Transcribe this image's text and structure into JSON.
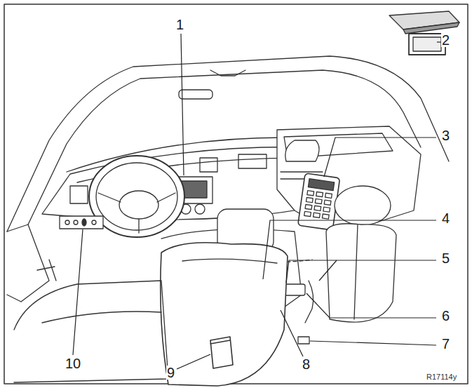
{
  "diagram": {
    "labels": [
      "1",
      "2",
      "3",
      "4",
      "5",
      "6",
      "7",
      "8",
      "9",
      "10",
      "R17114y"
    ]
  }
}
